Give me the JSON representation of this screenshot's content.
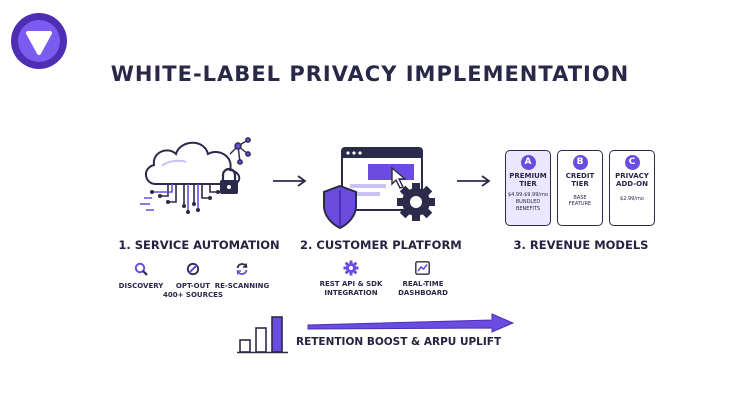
{
  "title": "WHITE-LABEL PRIVACY IMPLEMENTATION",
  "icons": {
    "logo": "shield-v-logo",
    "cloud": "cloud-lock-icon",
    "platform": "browser-shield-gear-icon",
    "discovery": "magnifier-icon",
    "optout": "blocked-icon",
    "rescanning": "refresh-icon",
    "api": "gear-icon",
    "dashboard": "chart-line-icon",
    "chart": "bar-chart-icon"
  },
  "colors": {
    "accent": "#6a4de0",
    "dark": "#2c2a4a",
    "light": "#ebe7ff"
  },
  "steps": {
    "automation": {
      "label": "1. SERVICE AUTOMATION",
      "features": [
        {
          "text": "DISCOVERY"
        },
        {
          "text": "OPT-OUT",
          "extra": "400+ SOURCES"
        },
        {
          "text": "RE-SCANNING"
        }
      ]
    },
    "platform": {
      "label": "2. CUSTOMER PLATFORM",
      "features": [
        {
          "line1": "REST API & SDK",
          "line2": "INTEGRATION"
        },
        {
          "line1": "REAL-TIME",
          "line2": "DASHBOARD"
        }
      ]
    },
    "revenue": {
      "label": "3. REVENUE MODELS",
      "tiers": [
        {
          "badge": "A",
          "line1": "PREMIUM",
          "line2": "TIER",
          "price": "$4.99-$9.99/mo",
          "d1": "BUNDLED",
          "d2": "BENEFITS"
        },
        {
          "badge": "B",
          "line1": "CREDIT",
          "line2": "TIER",
          "d1": "BASE",
          "d2": "FEATURE"
        },
        {
          "badge": "C",
          "line1": "PRIVACY",
          "line2": "ADD-ON",
          "price": "$2.99/mo"
        }
      ]
    }
  },
  "retention": "RETENTION BOOST & ARPU UPLIFT"
}
